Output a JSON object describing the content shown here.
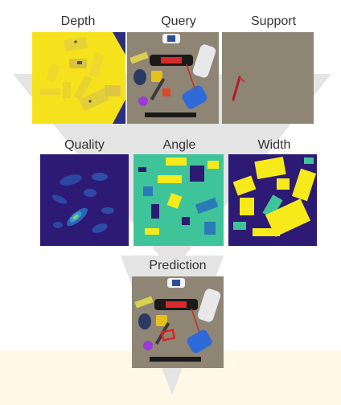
{
  "labels": {
    "depth": "Depth",
    "query": "Query",
    "support": "Support",
    "quality": "Quality",
    "angle": "Angle",
    "width": "Width",
    "prediction": "Prediction"
  },
  "colors": {
    "funnel": "#e4e4e4",
    "footer": "#fff8e6",
    "depth_yellow": "#f6e21c",
    "depth_navy": "#2b2f7e",
    "viridis_dark": "#2d1a75",
    "viridis_teal": "#3fc49a",
    "viridis_yellow": "#f6ea1a",
    "table_gray": "#8e8575",
    "grasp_box": "#e0241c"
  }
}
